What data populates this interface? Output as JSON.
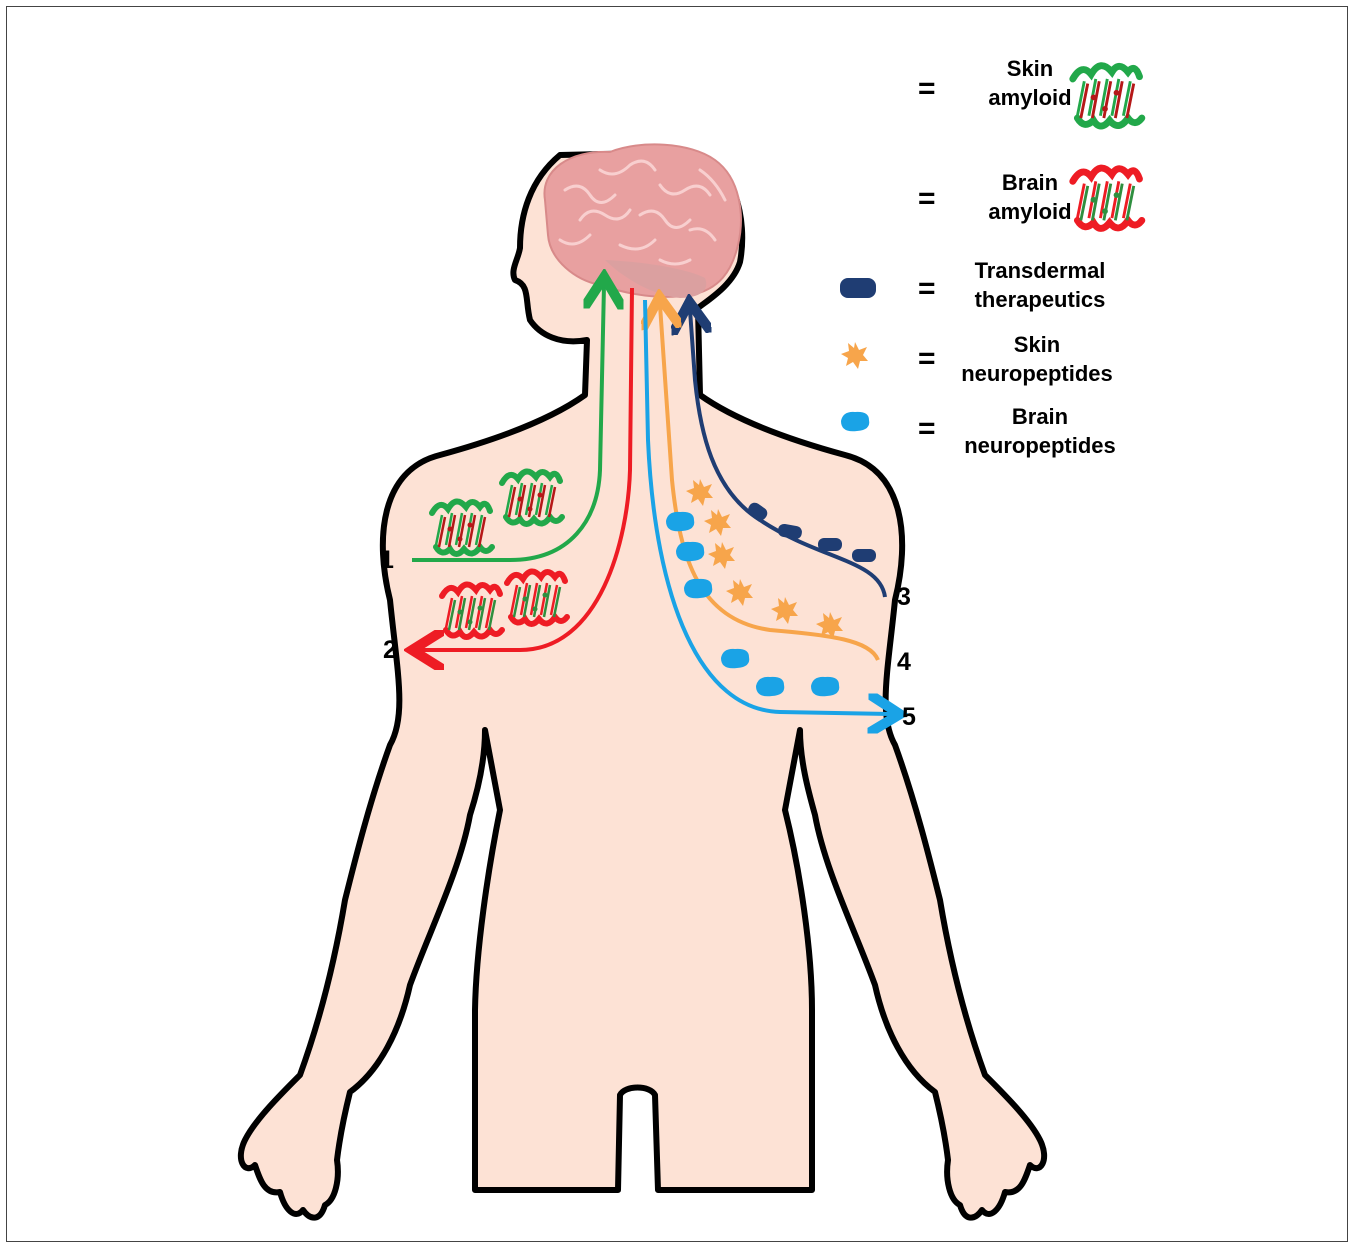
{
  "legend": {
    "skin_amyloid": {
      "line1": "Skin",
      "line2": "amyloid",
      "color": "#22a84a"
    },
    "brain_amyloid": {
      "line1": "Brain",
      "line2": "amyloid",
      "color": "#ee1c24"
    },
    "transdermal": {
      "line1": "Transdermal",
      "line2": "therapeutics",
      "color": "#1f3d73"
    },
    "skin_neuropeptides": {
      "line1": "Skin",
      "line2": "neuropeptides",
      "color": "#f7a54b"
    },
    "brain_neuropeptides": {
      "line1": "Brain",
      "line2": "neuropeptides",
      "color": "#1aa3e6"
    },
    "equals": "="
  },
  "pathways": [
    {
      "label": "1",
      "color": "#22a84a"
    },
    {
      "label": "2",
      "color": "#ee1c24"
    },
    {
      "label": "3",
      "color": "#1f3d73"
    },
    {
      "label": "4",
      "color": "#f7a54b"
    },
    {
      "label": "5",
      "color": "#1aa3e6"
    }
  ],
  "colors": {
    "body_fill": "#fde2d5",
    "brain_fill": "#e8a0a0",
    "brain_folds": "#f8cfcf",
    "outline": "#000000"
  }
}
